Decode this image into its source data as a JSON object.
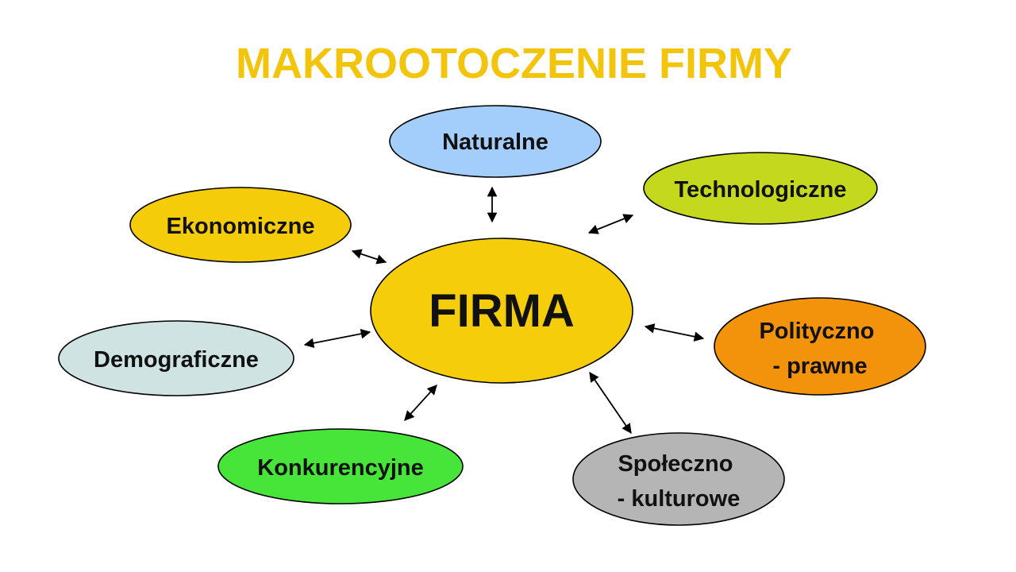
{
  "title": "MAKROOTOCZENIE FIRMY",
  "colors": {
    "title": "#f2c40c",
    "center": "#f5cd0a",
    "naturalne": "#a3cdfb",
    "technologiczne": "#c4d81e",
    "ekonomiczne": "#f5cc0a",
    "demograficzne": "#cfe3e3",
    "konkurencyjne": "#47e43a",
    "polityczno": "#f2930b",
    "spoleczno": "#b5b5b5"
  },
  "center": {
    "label": "FIRMA"
  },
  "nodes": {
    "naturalne": {
      "lines": [
        "Naturalne"
      ]
    },
    "technologiczne": {
      "lines": [
        "Technologiczne"
      ]
    },
    "ekonomiczne": {
      "lines": [
        "Ekonomiczne"
      ]
    },
    "demograficzne": {
      "lines": [
        "Demograficzne"
      ]
    },
    "konkurencyjne": {
      "lines": [
        "Konkurencyjne"
      ]
    },
    "polityczno": {
      "lines": [
        "Polityczno",
        "- prawne"
      ]
    },
    "spoleczno": {
      "lines": [
        "Społeczno",
        "- kulturowe"
      ]
    }
  }
}
